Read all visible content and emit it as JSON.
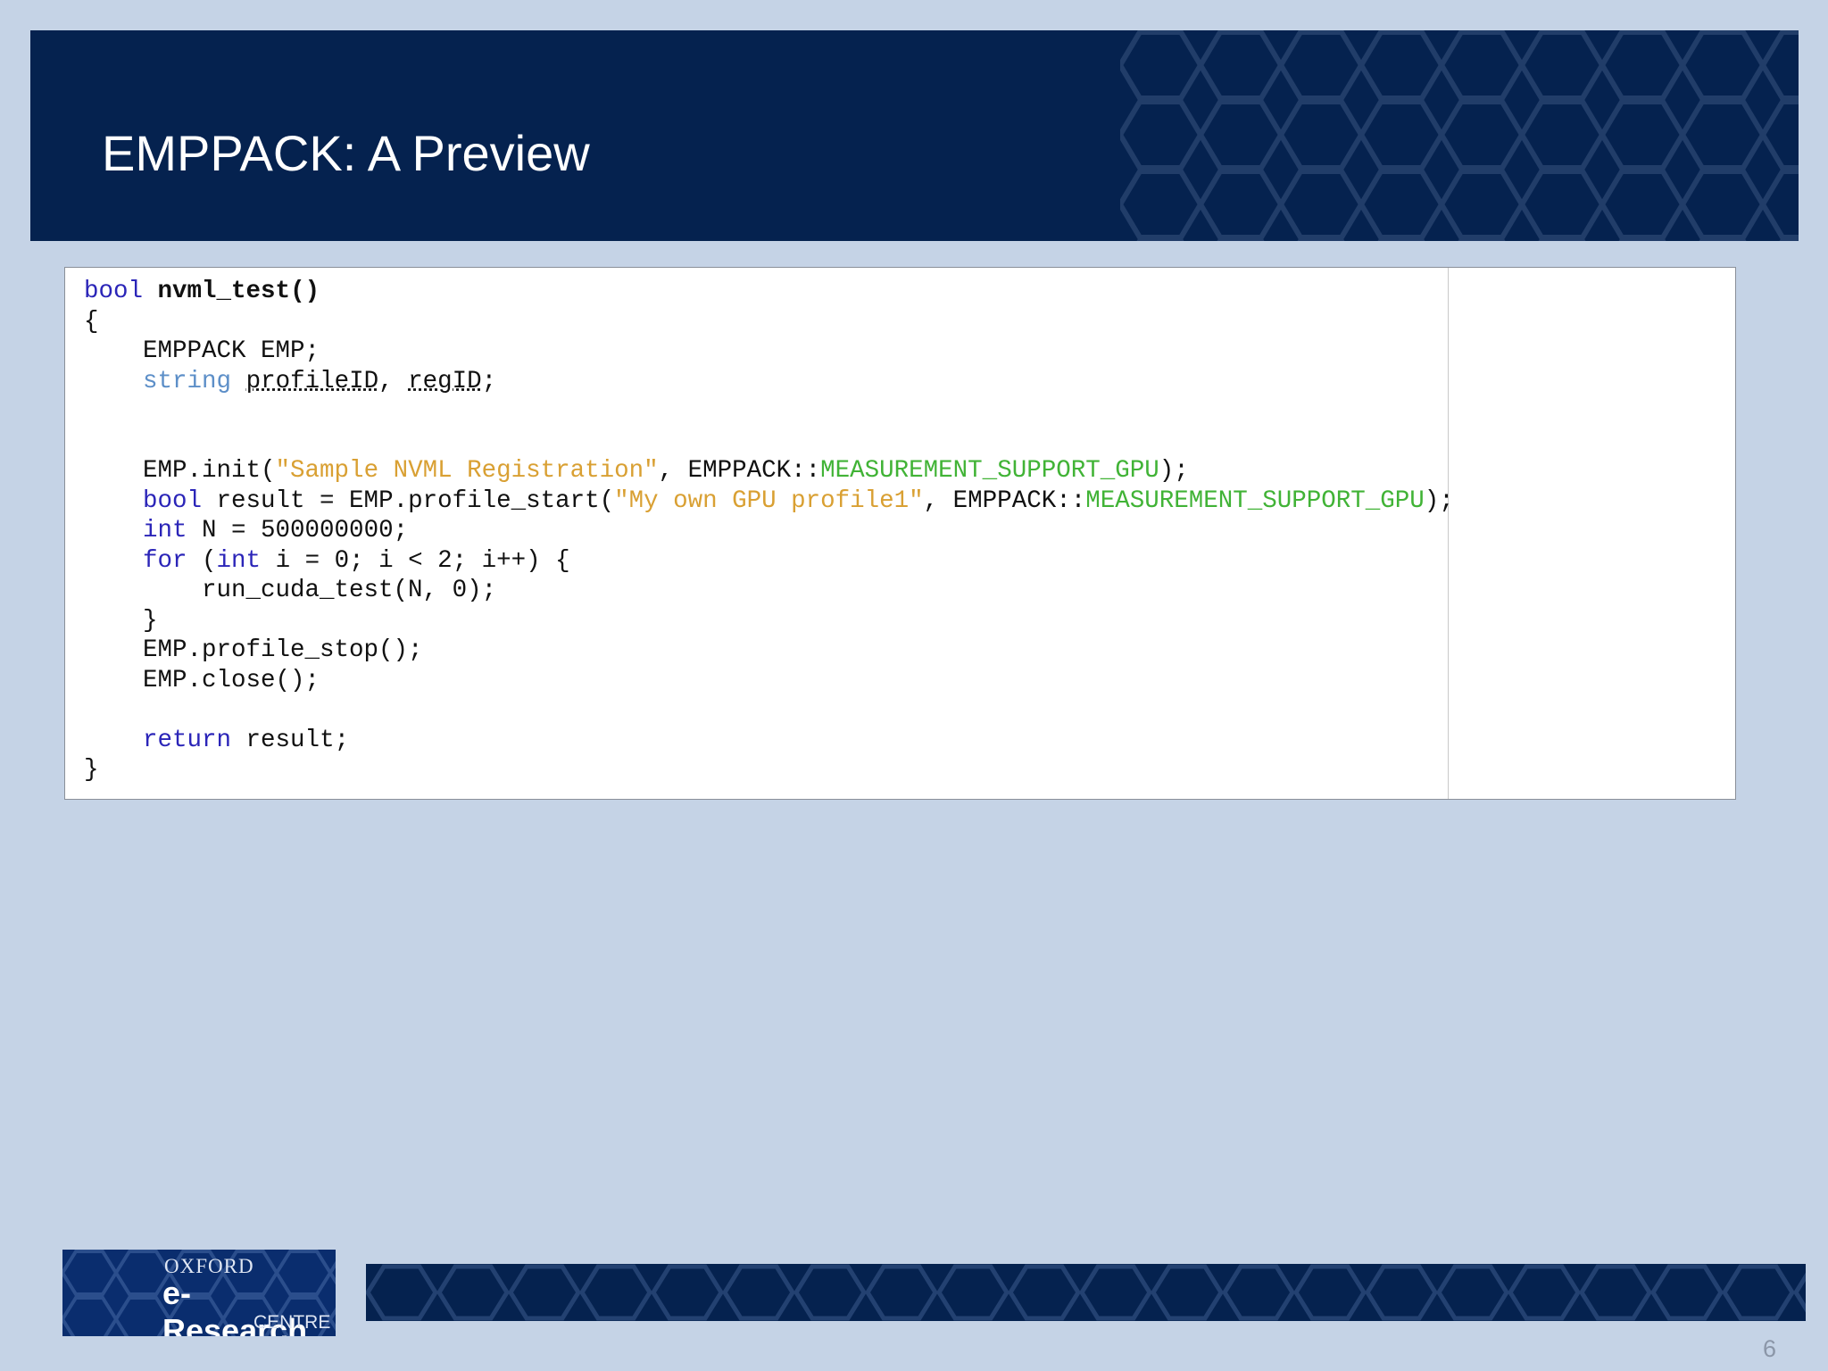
{
  "slide": {
    "title": "EMPPACK: A Preview",
    "page_number": "6"
  },
  "code": {
    "lines": [
      [
        {
          "t": "bool",
          "c": "kw"
        },
        {
          "t": " "
        },
        {
          "t": "nvml_test",
          "c": "fn"
        },
        {
          "t": "()",
          "c": "fn"
        }
      ],
      [
        {
          "t": "{"
        }
      ],
      [
        {
          "t": "    EMPPACK EMP;"
        }
      ],
      [
        {
          "t": "    "
        },
        {
          "t": "string",
          "c": "ty"
        },
        {
          "t": " "
        },
        {
          "t": "profileID",
          "c": "ul"
        },
        {
          "t": ", "
        },
        {
          "t": "regID",
          "c": "ul"
        },
        {
          "t": ";"
        }
      ],
      [
        {
          "t": ""
        }
      ],
      [
        {
          "t": ""
        }
      ],
      [
        {
          "t": "    EMP.init("
        },
        {
          "t": "\"Sample NVML Registration\"",
          "c": "str"
        },
        {
          "t": ", EMPPACK::"
        },
        {
          "t": "MEASUREMENT_SUPPORT_GPU",
          "c": "enum"
        },
        {
          "t": ");"
        }
      ],
      [
        {
          "t": "    "
        },
        {
          "t": "bool",
          "c": "kw"
        },
        {
          "t": " result = EMP.profile_start("
        },
        {
          "t": "\"My own GPU profile1\"",
          "c": "str"
        },
        {
          "t": ", EMPPACK::"
        },
        {
          "t": "MEASUREMENT_SUPPORT_GPU",
          "c": "enum"
        },
        {
          "t": ");"
        }
      ],
      [
        {
          "t": "    "
        },
        {
          "t": "int",
          "c": "kw"
        },
        {
          "t": " N = 500000000;"
        }
      ],
      [
        {
          "t": "    "
        },
        {
          "t": "for",
          "c": "kw"
        },
        {
          "t": " ("
        },
        {
          "t": "int",
          "c": "kw"
        },
        {
          "t": " i = 0; i < 2; i++) {"
        }
      ],
      [
        {
          "t": "        run_cuda_test(N, 0);"
        }
      ],
      [
        {
          "t": "    }"
        }
      ],
      [
        {
          "t": "    EMP.profile_stop();"
        }
      ],
      [
        {
          "t": "    EMP.close();"
        }
      ],
      [
        {
          "t": ""
        }
      ],
      [
        {
          "t": "    "
        },
        {
          "t": "return",
          "c": "kw"
        },
        {
          "t": " result;"
        }
      ],
      [
        {
          "t": "}"
        }
      ]
    ]
  },
  "footer": {
    "logo_oxford": "OXFORD",
    "logo_eresearch": "e-Research",
    "logo_centre": "CENTRE"
  },
  "colors": {
    "header_bg": "#05224f",
    "slide_bg": "#c5d3e6",
    "keyword": "#2b25b8",
    "type": "#5d8fc8",
    "string": "#d9a033",
    "enum": "#41b336"
  }
}
